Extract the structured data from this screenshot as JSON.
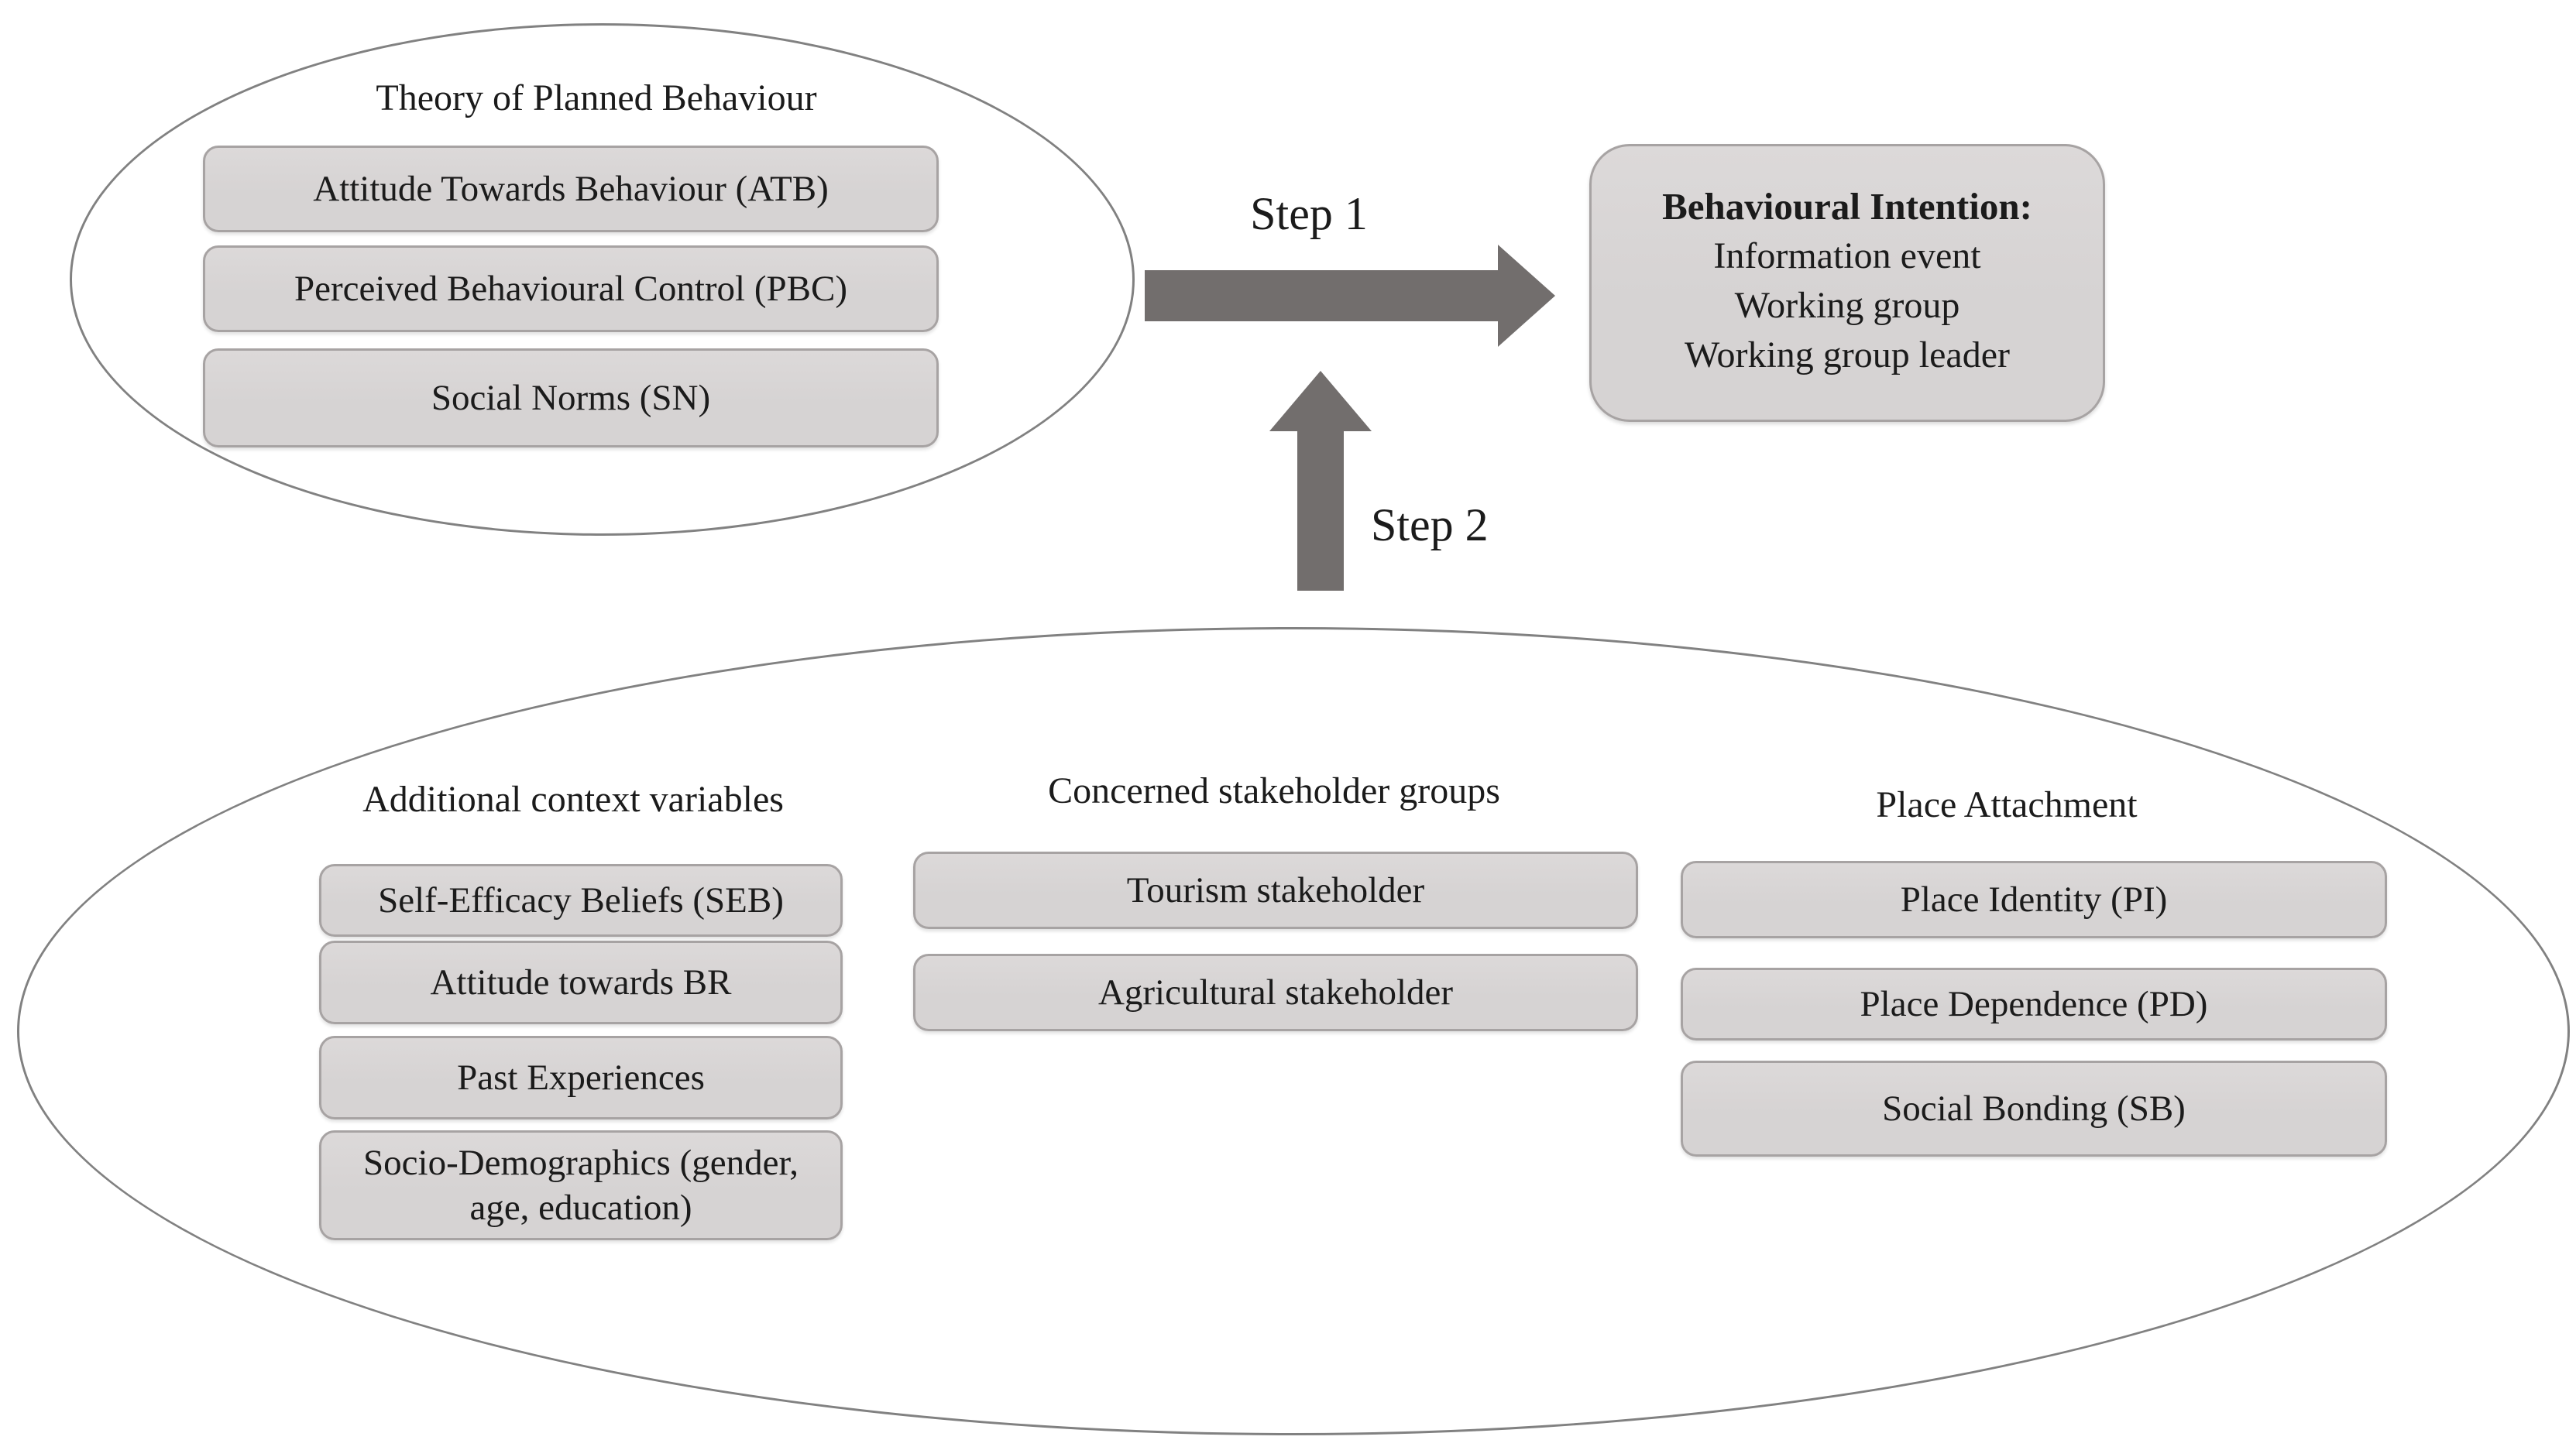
{
  "tpb": {
    "title": "Theory of Planned Behaviour",
    "boxes": [
      "Attitude Towards Behaviour (ATB)",
      "Perceived Behavioural Control (PBC)",
      "Social Norms (SN)"
    ]
  },
  "steps": {
    "step1": "Step 1",
    "step2": "Step 2"
  },
  "behavioural_intention": {
    "title": "Behavioural Intention:",
    "items": [
      "Information event",
      "Working group",
      "Working group leader"
    ]
  },
  "context": {
    "columns": [
      {
        "title": "Additional context variables",
        "boxes": [
          "Self-Efficacy Beliefs (SEB)",
          "Attitude towards BR",
          "Past Experiences",
          "Socio-Demographics (gender, age, education)"
        ]
      },
      {
        "title": "Concerned stakeholder groups",
        "boxes": [
          "Tourism stakeholder",
          "Agricultural stakeholder"
        ]
      },
      {
        "title": "Place Attachment",
        "boxes": [
          "Place Identity (PI)",
          "Place Dependence (PD)",
          "Social Bonding (SB)"
        ]
      }
    ]
  },
  "colors": {
    "box_fill": "#d6d3d3",
    "box_fill_light": "#dcd9d9",
    "box_border": "#a7a3a3",
    "arrow": "#726e6d",
    "ellipse_border": "#818181",
    "text": "#1b1b1b",
    "bg": "#ffffff"
  }
}
